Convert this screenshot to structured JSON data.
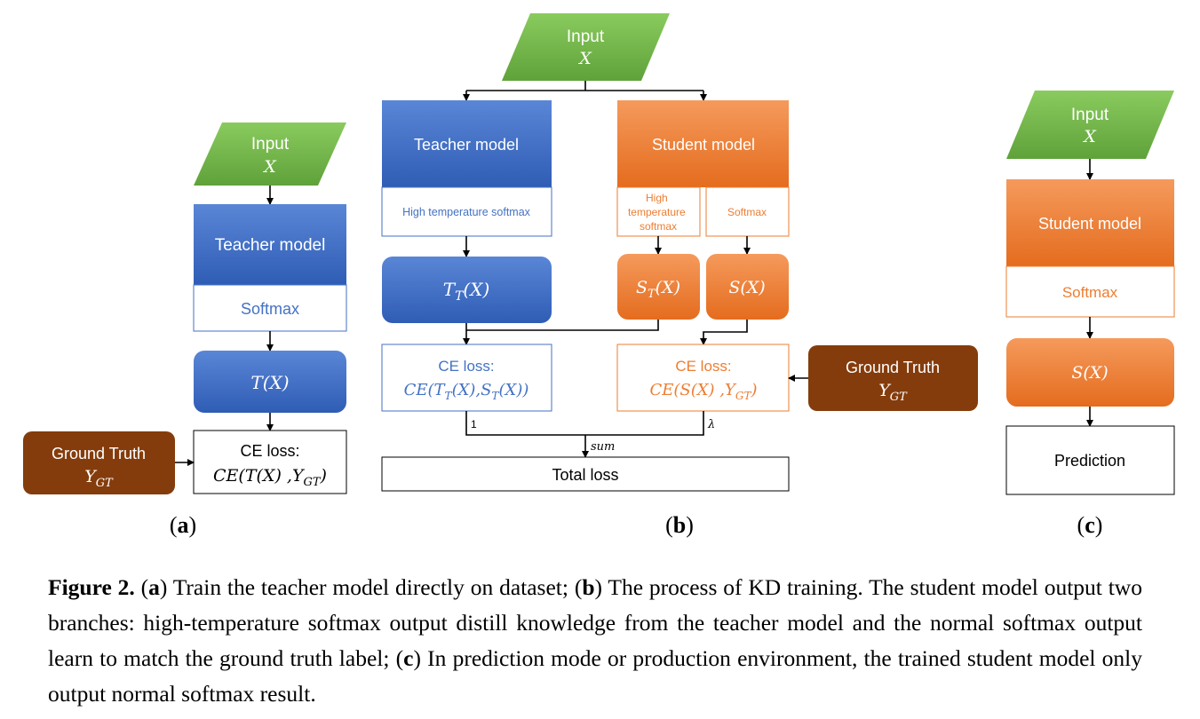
{
  "panel_a": {
    "input_title": "Input",
    "input_var": "X",
    "teacher": "Teacher model",
    "softmax": "Softmax",
    "output": "T(X)",
    "gt_title": "Ground Truth",
    "gt_var": "Y",
    "gt_sub": "GT",
    "loss_title": "CE loss:",
    "loss_a": "CE(T(X) ,Y",
    "loss_sub": "GT",
    "loss_close": ")",
    "label_open": "(",
    "label_letter": "a",
    "label_close": ")"
  },
  "panel_b": {
    "input_title": "Input",
    "input_var": "X",
    "teacher": "Teacher model",
    "teacher_softmax": "High temperature softmax",
    "student": "Student model",
    "student_ht_softmax": [
      "High",
      "temperature",
      "softmax"
    ],
    "student_softmax": "Softmax",
    "tt_var": "T",
    "tt_sub": "T",
    "tt_rest": "(X)",
    "st_var": "S",
    "st_sub": "T",
    "st_rest": "(X)",
    "s_out": "S(X)",
    "ce1_title": "CE loss:",
    "ce1_a": "CE(T",
    "ce1_sub1": "T",
    "ce1_b": "(X),S",
    "ce1_sub2": "T",
    "ce1_c": "(X))",
    "ce2_title": "CE loss:",
    "ce2_a": "CE(S(X) ,Y",
    "ce2_sub": "GT",
    "ce2_close": ")",
    "gt_title": "Ground Truth",
    "gt_var": "Y",
    "gt_sub": "GT",
    "weight_1": "1",
    "weight_lambda": "λ",
    "sum": "sum",
    "total": "Total loss",
    "label_open": "(",
    "label_letter": "b",
    "label_close": ")"
  },
  "panel_c": {
    "input_title": "Input",
    "input_var": "X",
    "student": "Student model",
    "softmax": "Softmax",
    "output": "S(X)",
    "prediction": "Prediction",
    "label_open": "(",
    "label_letter": "c",
    "label_close": ")"
  },
  "caption": {
    "figure_label": "Figure 2.",
    "p1": " (",
    "a": "a",
    "p2": ") Train the teacher model directly on dataset; (",
    "b": "b",
    "p3": ") The process of KD training. The student model output two branches: high-temperature softmax output distill knowledge from the teacher model and the normal softmax output learn to match the ground truth label; (",
    "c": "c",
    "p4": ") In prediction mode or production environment, the trained student model only output normal softmax result."
  },
  "colors": {
    "green": "#70AD47",
    "blue": "#4472C4",
    "orange": "#ED7D31",
    "brown": "#843C0C"
  }
}
